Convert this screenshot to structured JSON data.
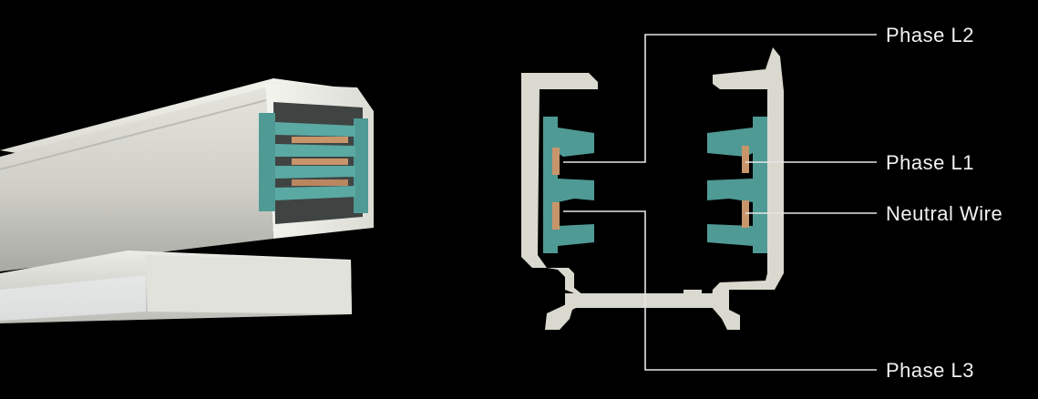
{
  "labels": {
    "phase_l2": "Phase L2",
    "phase_l1": "Phase L1",
    "neutral_wire": "Neutral Wire",
    "phase_l3": "Phase L3"
  },
  "colors": {
    "background": "#000000",
    "profile": "#d9d9cf",
    "insulator": "#4f9a95",
    "conductor": "#c8956a",
    "leader_line": "#e6e6e6"
  }
}
